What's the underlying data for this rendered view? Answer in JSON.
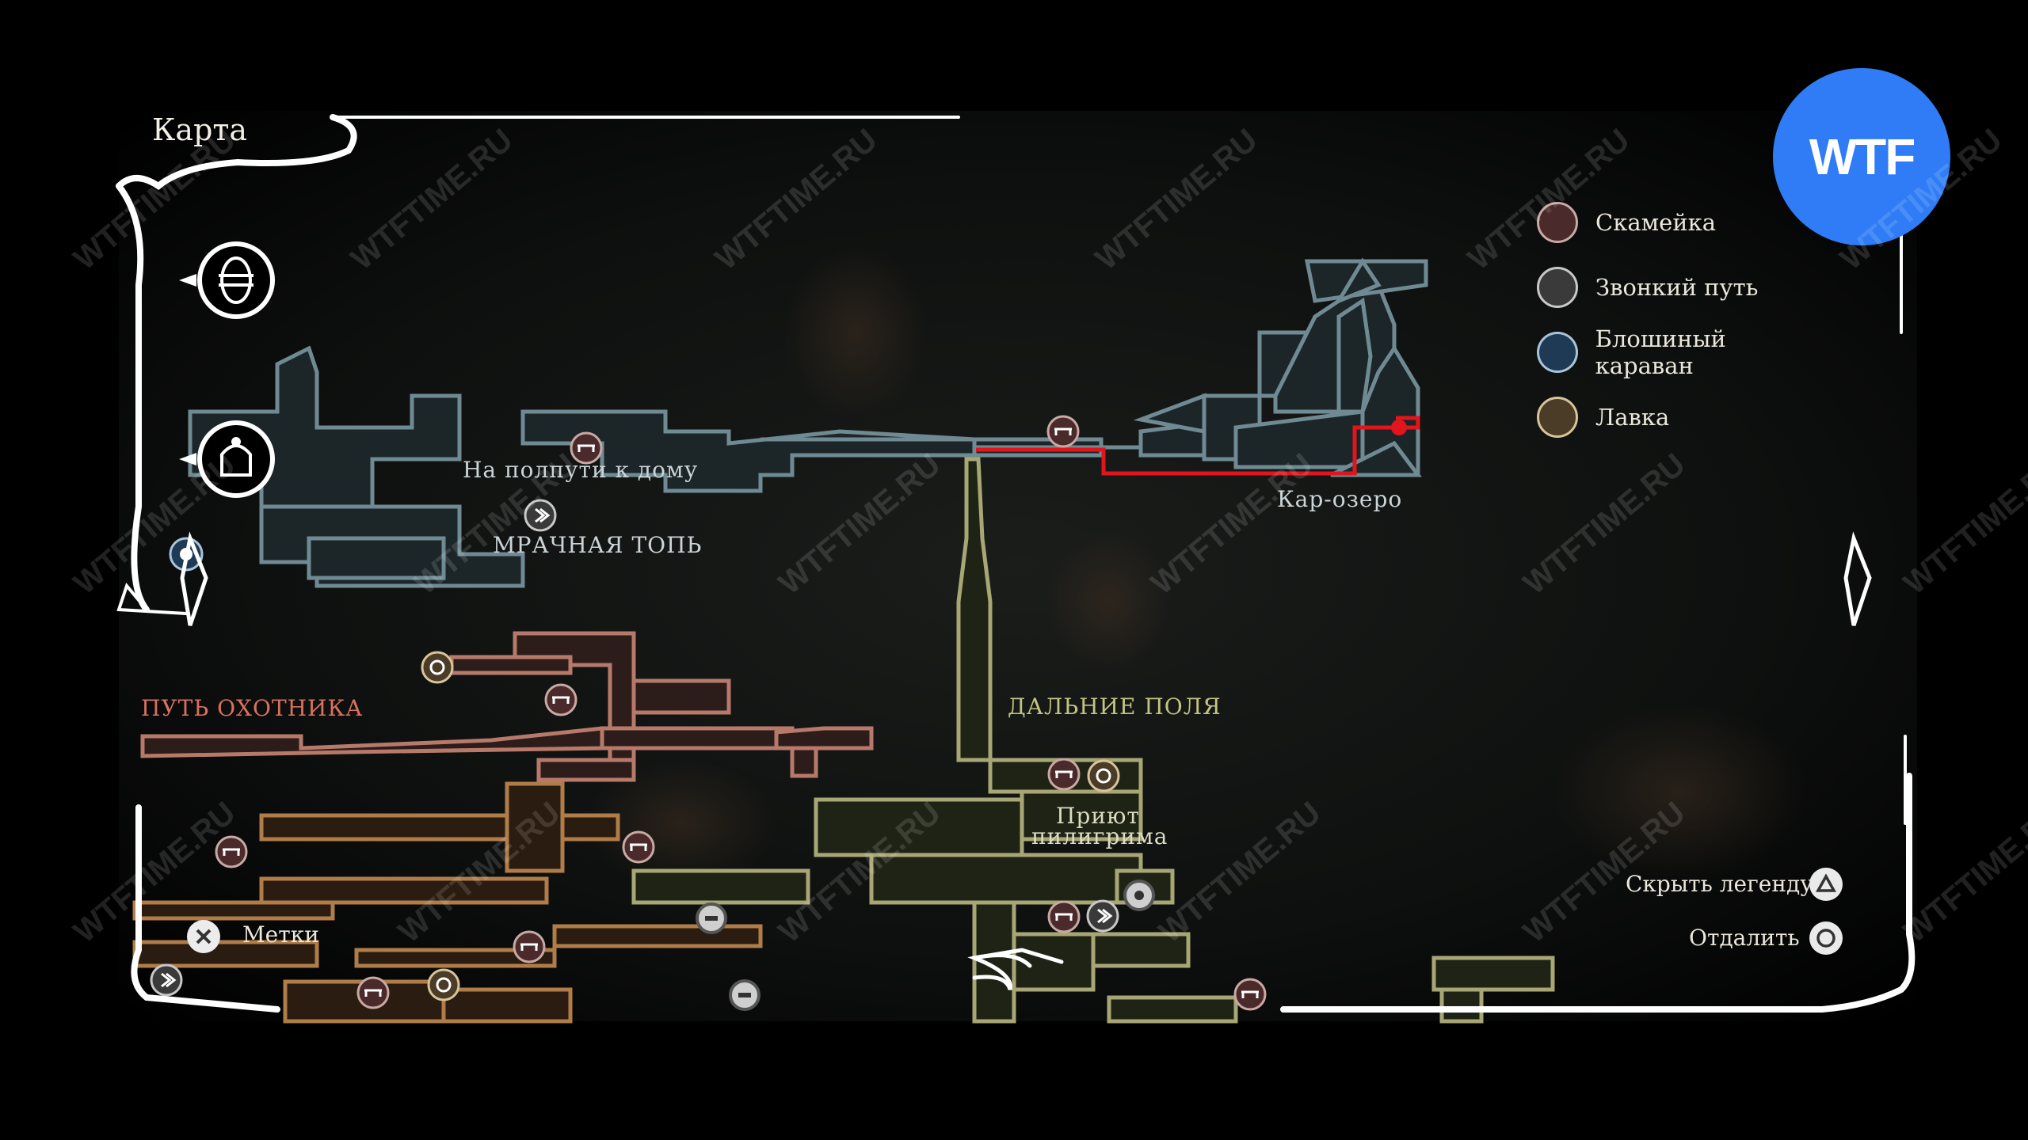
{
  "title": "Карта",
  "legend": [
    {
      "label": "Скамейка",
      "icon": "bench-icon",
      "color": "#c9a9a4"
    },
    {
      "label": "Звонкий путь",
      "icon": "bellway-icon",
      "color": "#c8c8c8"
    },
    {
      "label": "Блошиный караван",
      "icon": "flea-caravan-icon",
      "color": "#a9c4d9"
    },
    {
      "label": "Лавка",
      "icon": "shop-icon",
      "color": "#d8c49b"
    }
  ],
  "areas": {
    "halfway_home": "На полпути к дому",
    "greymoor": "МРАЧНАЯ ТОПЬ",
    "hunters_march": "ПУТЬ ОХОТНИКА",
    "far_fields": "ДАЛЬНИЕ ПОЛЯ",
    "pilgrims_rest_1": "Приют",
    "pilgrims_rest_2": "пилигрима",
    "kar_lake": "Кар-озеро"
  },
  "controls": {
    "markers": "Метки",
    "hide_legend": "Скрыть легенду",
    "zoom_out": "Отдалить"
  },
  "badge": "WTF",
  "watermark": "WTFTIME.RU",
  "colors": {
    "greymoor": "#6f8a93",
    "hunters": "#b77a6a",
    "farfields": "#a7a775",
    "amber": "#b07c48",
    "route": "#e2141c",
    "badge": "#2f7cf6"
  }
}
